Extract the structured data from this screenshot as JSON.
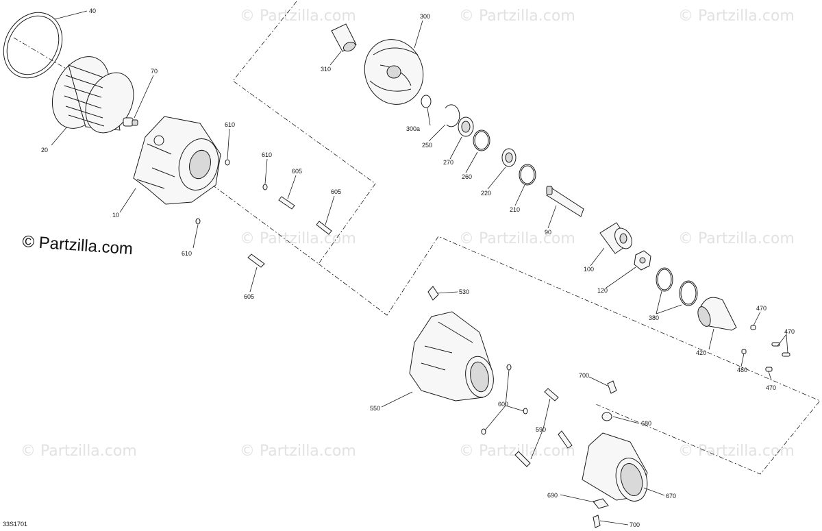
{
  "diagram_code": "33S1701",
  "watermark_main": "© Partzilla.com",
  "watermark_tile": "© Partzilla.com",
  "callouts": {
    "c40": "40",
    "c20": "20",
    "c70": "70",
    "c10": "10",
    "c610a": "610",
    "c610b": "610",
    "c610c": "610",
    "c605a": "605",
    "c605b": "605",
    "c605c": "605",
    "c310": "310",
    "c300": "300",
    "c300a": "300a",
    "c250": "250",
    "c270": "270",
    "c260": "260",
    "c220": "220",
    "c210": "210",
    "c90": "90",
    "c100": "100",
    "c120": "120",
    "c380": "380",
    "c420": "420",
    "c470a": "470",
    "c470b": "470",
    "c470c": "470",
    "c480": "480",
    "c530": "530",
    "c550": "550",
    "c600": "600",
    "c590": "590",
    "c700a": "700",
    "c700b": "700",
    "c680": "680",
    "c670": "670",
    "c690": "690"
  }
}
